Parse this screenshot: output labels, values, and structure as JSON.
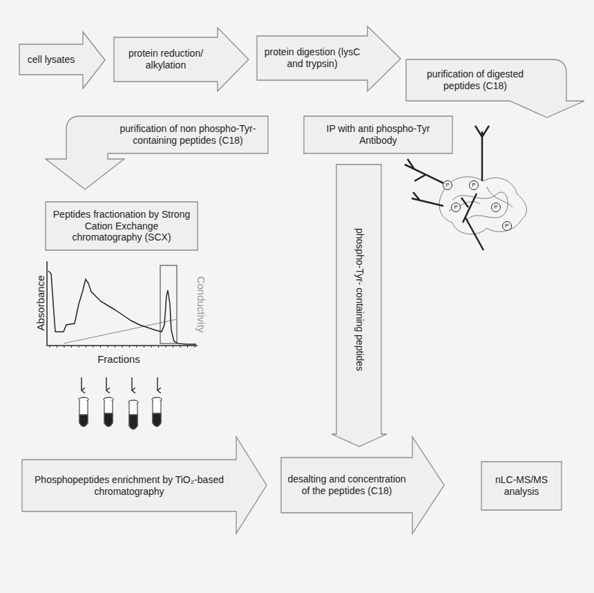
{
  "diagram": {
    "nodes": [
      {
        "text": [
          "cell lysates"
        ]
      },
      {
        "text": [
          "protein reduction/ alkylation"
        ]
      },
      {
        "text": [
          "protein digestion (lysC and trypsin)"
        ]
      },
      {
        "text": [
          "purification of digested peptides (C18)"
        ]
      },
      {
        "text": [
          "purification of non phospho-Tyr- containing peptides (C18)"
        ]
      },
      {
        "text": [
          "IP with anti phospho-Tyr Antibody"
        ]
      },
      {
        "text": [
          "phospho-Tyr- containing peptides"
        ]
      },
      {
        "text": [
          "Peptides fractionation by Strong Cation Exchange chromatography (SCX)"
        ]
      },
      {
        "text": [
          "Phosphopeptides enrichment by TiO₂-based chromatography"
        ]
      },
      {
        "text": [
          "desalting and concentration of the peptides (C18)"
        ]
      },
      {
        "text": [
          "nLC-MS/MS analysis"
        ]
      }
    ],
    "labels": [
      "Absorbance",
      "Conductivity",
      "Fractions",
      "P",
      "P",
      "P",
      "P",
      "P"
    ]
  }
}
